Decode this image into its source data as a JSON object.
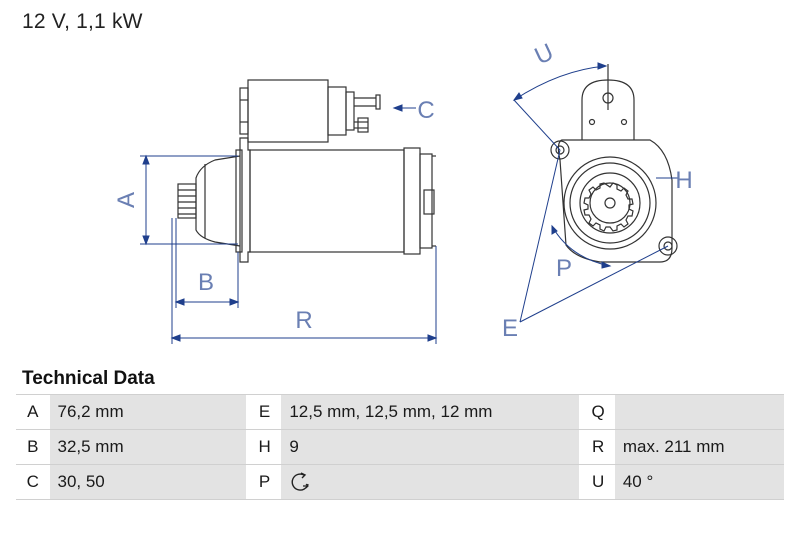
{
  "header": {
    "title": "12 V, 1,1 kW"
  },
  "drawing": {
    "labels": {
      "A": "A",
      "B": "B",
      "C": "C",
      "E": "E",
      "H": "H",
      "P": "P",
      "R": "R",
      "U": "U"
    },
    "line_color": "#1f3f8c"
  },
  "technical_data": {
    "heading": "Technical Data",
    "rows": [
      [
        {
          "key": "A",
          "value": "76,2 mm"
        },
        {
          "key": "E",
          "value": "12,5 mm, 12,5 mm, 12 mm"
        },
        {
          "key": "Q",
          "value": ""
        }
      ],
      [
        {
          "key": "B",
          "value": "32,5 mm"
        },
        {
          "key": "H",
          "value": "9"
        },
        {
          "key": "R",
          "value": "max. 211 mm"
        }
      ],
      [
        {
          "key": "C",
          "value": "30, 50"
        },
        {
          "key": "P",
          "value": "",
          "icon": "clockwise-rotation-icon"
        },
        {
          "key": "U",
          "value": "40 °"
        }
      ]
    ]
  }
}
